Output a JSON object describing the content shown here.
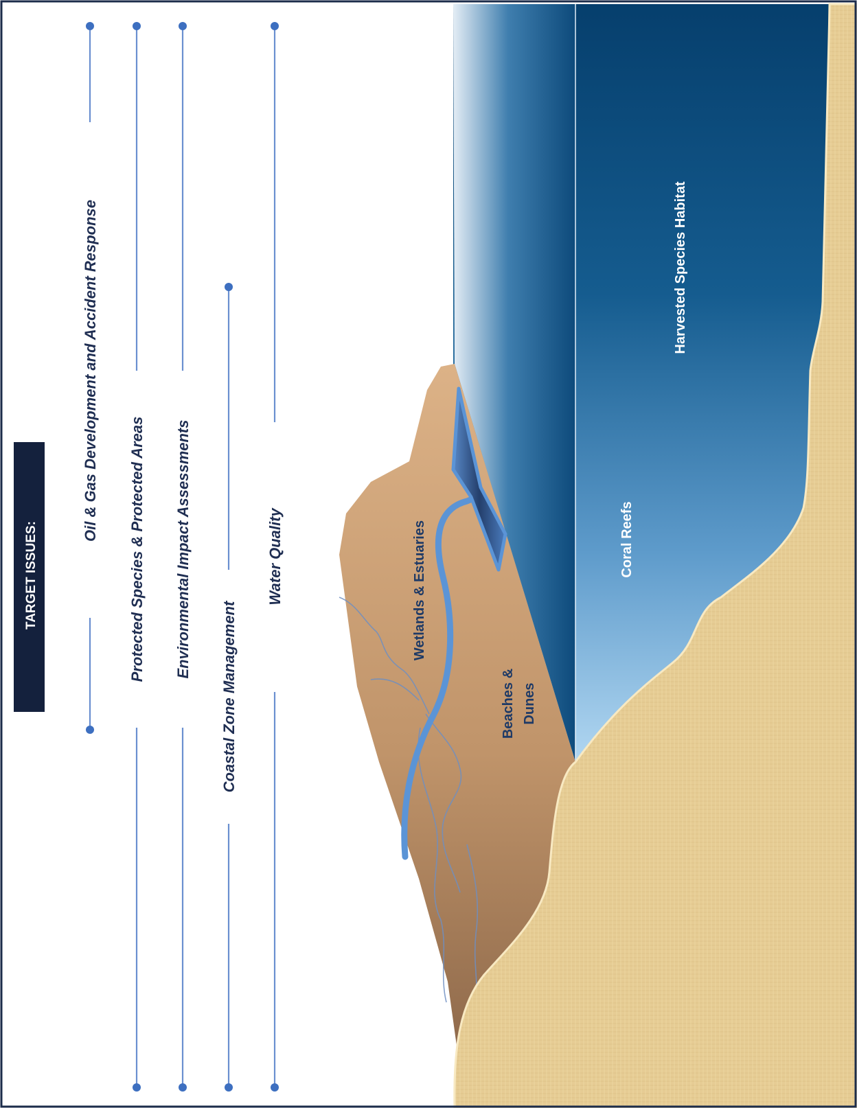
{
  "header": {
    "title": "TARGET ISSUES:"
  },
  "issues": [
    "Oil & Gas Development and Accident Response",
    "Protected Species & Protected Areas",
    "Environmental Impact Assessments",
    "Coastal Zone Management",
    "Water Quality"
  ],
  "zones": {
    "wetlands": "Wetlands & Estuaries",
    "beaches_line1": "Beaches &",
    "beaches_line2": "Dunes",
    "coral": "Coral Reefs",
    "harvested": "Harvested Species Habitat"
  },
  "colors": {
    "frame": "#1b2b4a",
    "title_box": "#14213d",
    "issue_text": "#1f2e52",
    "timeline_line": "#6a8fd0",
    "timeline_dot": "#3d6fc0",
    "ocean_deep": "#0a3f6e",
    "ocean_shallow": "#a8d0ee",
    "land_light": "#d8ae82",
    "land_dark": "#8a6448",
    "river": "#5b94d6",
    "seafloor": "#e6cc94"
  }
}
